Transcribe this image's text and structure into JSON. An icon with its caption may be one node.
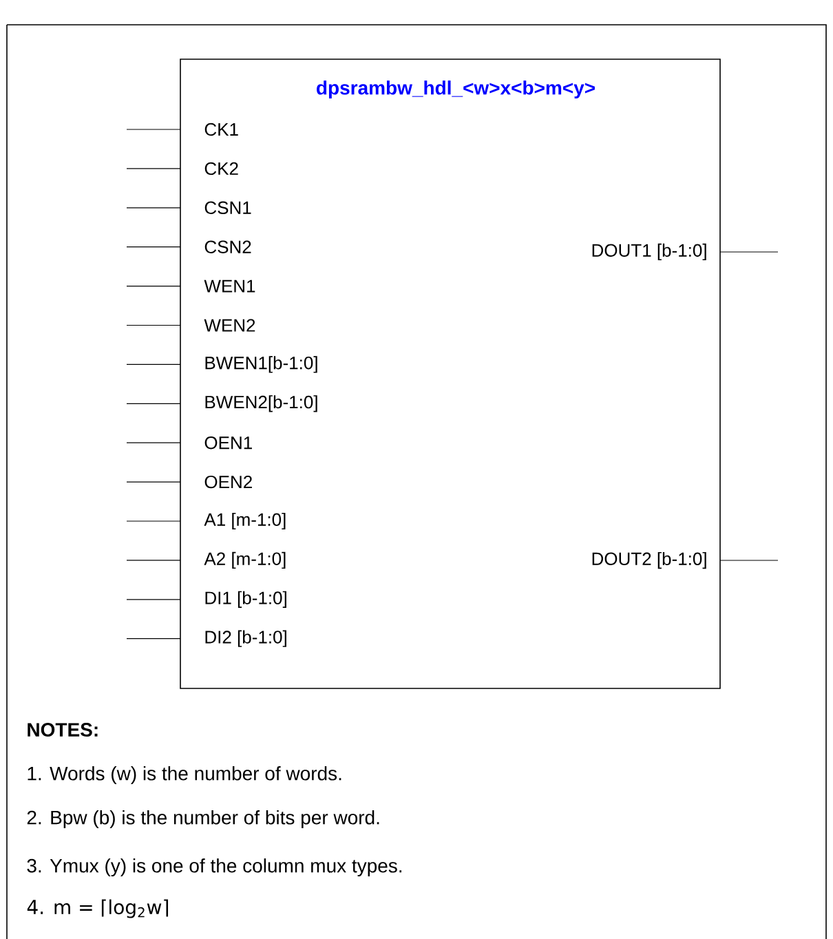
{
  "diagram": {
    "nodes": [
      {
        "text": [
          "dpsrambw_hdl_<w>x<b>m<y>"
        ]
      },
      {
        "text": [
          "CK1"
        ],
        "in": 0
      },
      {
        "text": [
          "CK2"
        ],
        "in": 0
      },
      {
        "text": [
          "CSN1"
        ],
        "in": 0
      },
      {
        "text": [
          "CSN2"
        ],
        "in": 0
      },
      {
        "text": [
          "WEN1"
        ],
        "in": 0
      },
      {
        "text": [
          "WEN2"
        ],
        "in": 0
      },
      {
        "text": [
          "BWEN1[b-1:0]"
        ],
        "in": 0
      },
      {
        "text": [
          "BWEN2[b-1:0]"
        ],
        "in": 0
      },
      {
        "text": [
          "OEN1"
        ],
        "in": 0
      },
      {
        "text": [
          "OEN2"
        ],
        "in": 0
      },
      {
        "text": [
          "A1 [m-1:0]"
        ],
        "in": 0
      },
      {
        "text": [
          "A2 [m-1:0]"
        ],
        "in": 0
      },
      {
        "text": [
          "DI1 [b-1:0]"
        ],
        "in": 0
      },
      {
        "text": [
          "DI2 [b-1:0]"
        ],
        "in": 0
      },
      {
        "text": [
          "DOUT1 [b-1:0]"
        ],
        "in": 0
      },
      {
        "text": [
          "DOUT2 [b-1:0]"
        ],
        "in": 0
      }
    ],
    "edges": [
      {
        "from": null,
        "to": 1,
        "arrow": "none"
      },
      {
        "from": null,
        "to": 2,
        "arrow": "none"
      },
      {
        "from": null,
        "to": 3,
        "arrow": "none"
      },
      {
        "from": null,
        "to": 4,
        "arrow": "none"
      },
      {
        "from": null,
        "to": 5,
        "arrow": "none"
      },
      {
        "from": null,
        "to": 6,
        "arrow": "none"
      },
      {
        "from": null,
        "to": 7,
        "arrow": "none"
      },
      {
        "from": null,
        "to": 8,
        "arrow": "none"
      },
      {
        "from": null,
        "to": 9,
        "arrow": "none"
      },
      {
        "from": null,
        "to": 10,
        "arrow": "none"
      },
      {
        "from": null,
        "to": 11,
        "arrow": "none"
      },
      {
        "from": null,
        "to": 12,
        "arrow": "none"
      },
      {
        "from": null,
        "to": 13,
        "arrow": "none"
      },
      {
        "from": null,
        "to": 14,
        "arrow": "none"
      },
      {
        "from": 15,
        "to": null,
        "arrow": "none"
      },
      {
        "from": 16,
        "to": null,
        "arrow": "none"
      }
    ],
    "labels": [
      "NOTES:",
      "1. Words (w) is the number of words.",
      "2. Bpw (b) is the number of bits per word.",
      "3. Ymux (y) is one of the column mux types.",
      "4. m = ⌈log$_{2}$w⌉"
    ]
  }
}
